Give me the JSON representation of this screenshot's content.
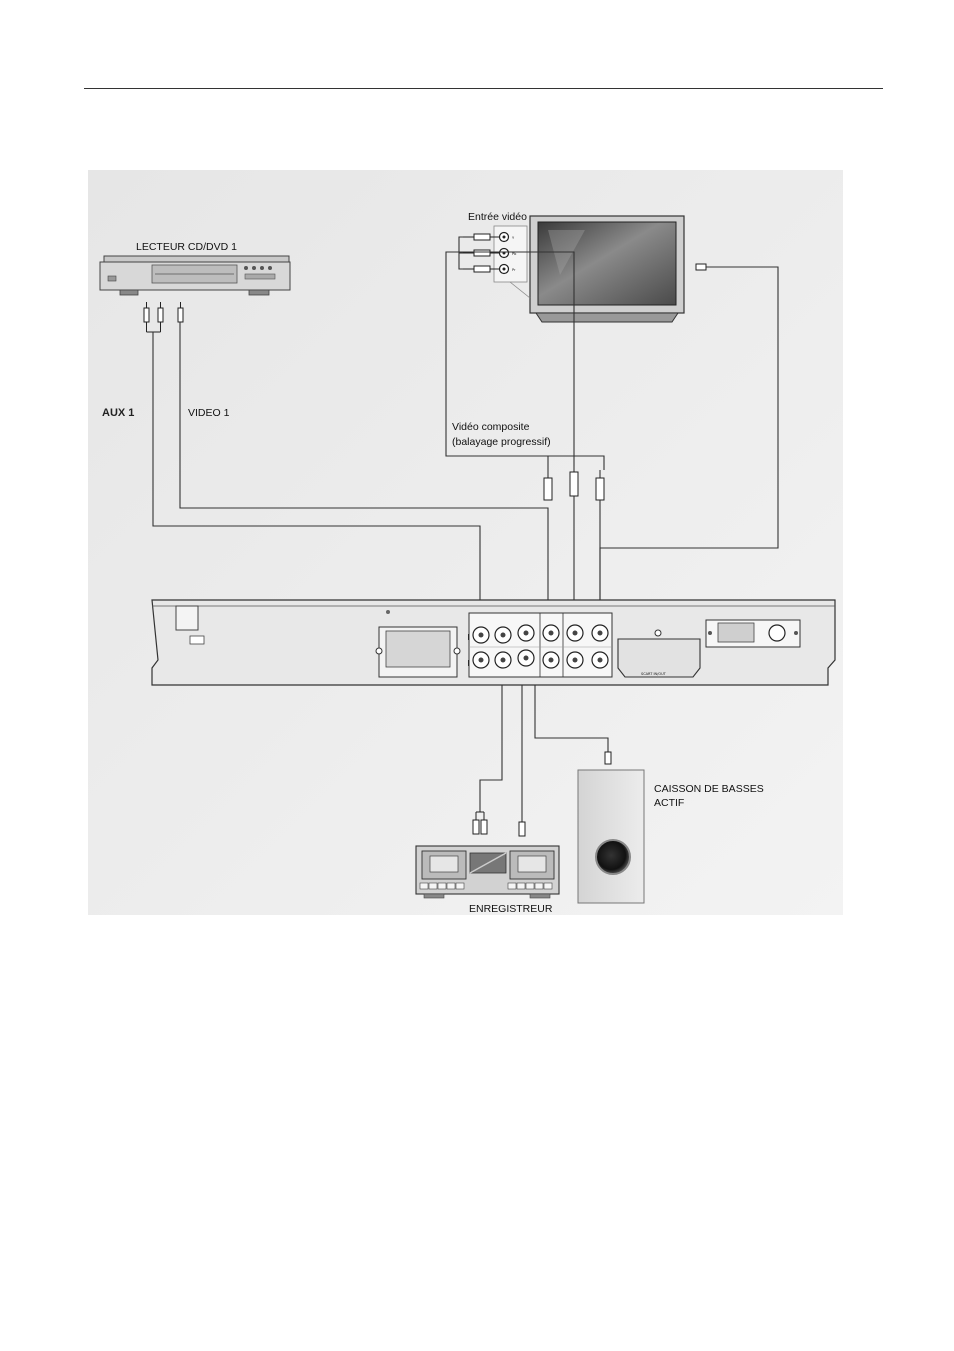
{
  "labels": {
    "cd_player": "LECTEUR CD/DVD 1",
    "tv_input": "Entrée vidéo",
    "aux": "AUX 1",
    "video": "VIDEO 1",
    "composite_line1": "Vidéo composite",
    "composite_line2": "(balayage progressif)",
    "subwoofer_line1": "CAISSON DE BASSES",
    "subwoofer_line2": "ACTIF",
    "recorder": "ENREGISTREUR"
  },
  "panel": {
    "scart": "SCART IN/OUT"
  }
}
